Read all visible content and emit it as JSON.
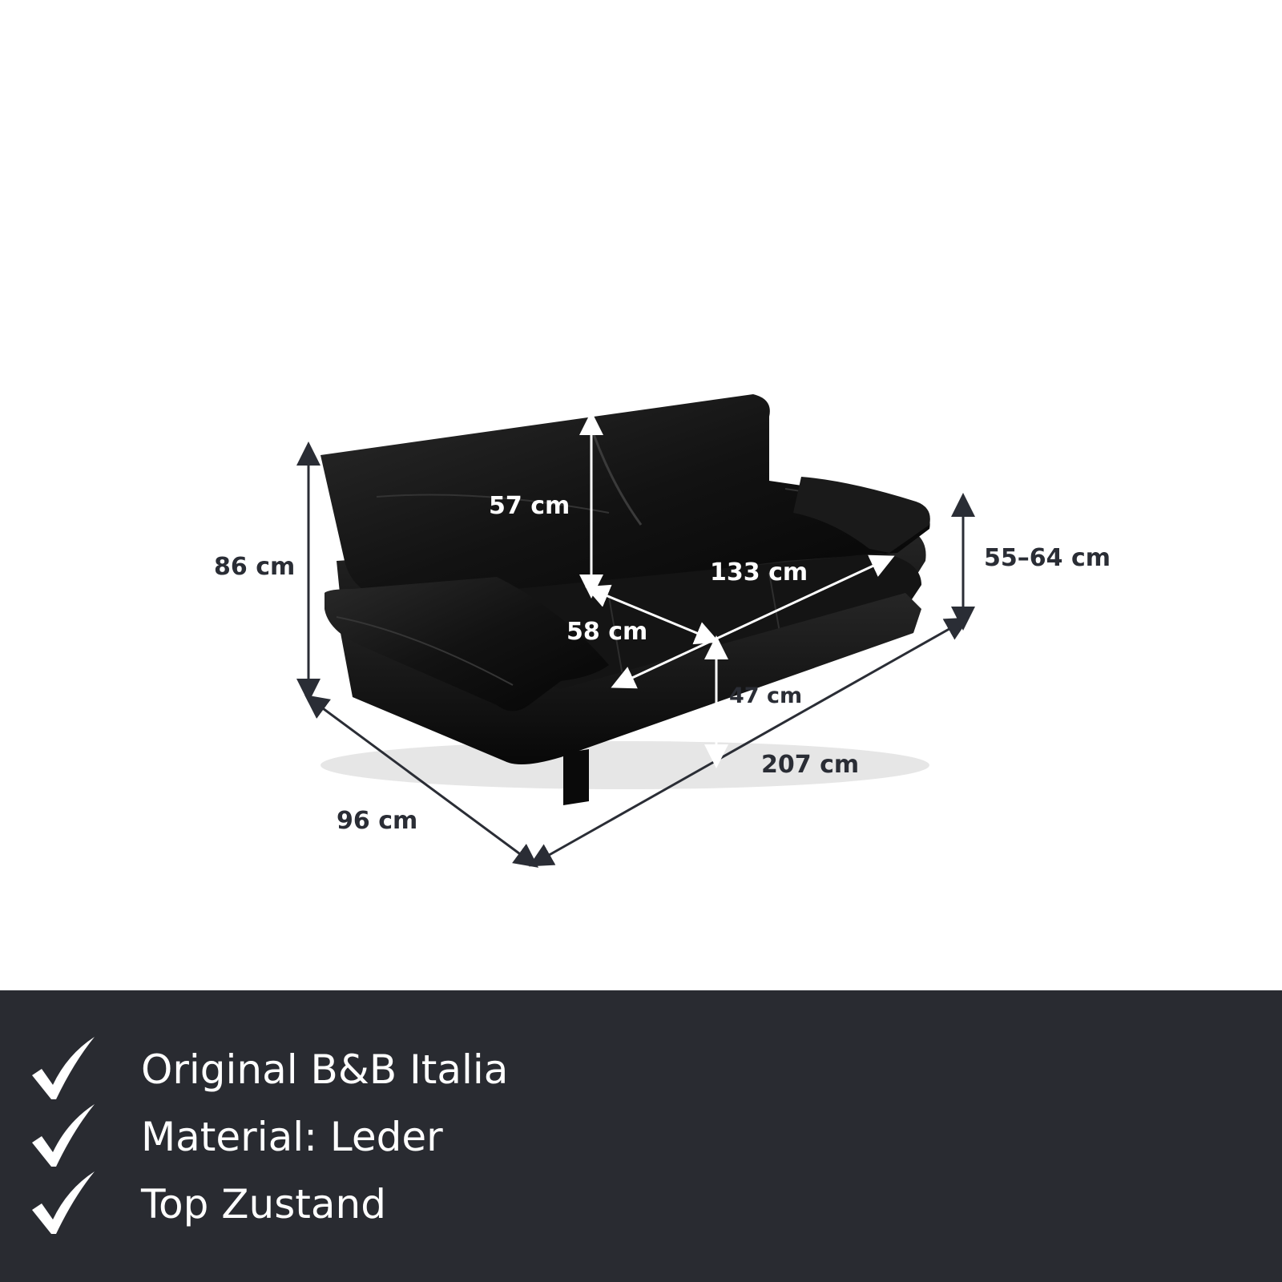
{
  "image": {
    "subject": "sofa-photo",
    "colors": {
      "sofa": "#111111",
      "dark_text": "#2a2d35",
      "panel": "#292b31",
      "arrow_dark": "#2a2d35",
      "arrow_light": "#ffffff"
    }
  },
  "dimensions": {
    "backrest_height": "57 cm",
    "total_height": "86 cm",
    "seat_width": "133 cm",
    "seat_depth": "58 cm",
    "seat_height": "47 cm",
    "armrest_height": "55–64 cm",
    "total_width": "207 cm",
    "total_depth": "96 cm"
  },
  "features": [
    {
      "icon": "check-icon",
      "label": "Original B&B Italia"
    },
    {
      "icon": "check-icon",
      "label": "Material: Leder"
    },
    {
      "icon": "check-icon",
      "label": "Top Zustand"
    }
  ]
}
